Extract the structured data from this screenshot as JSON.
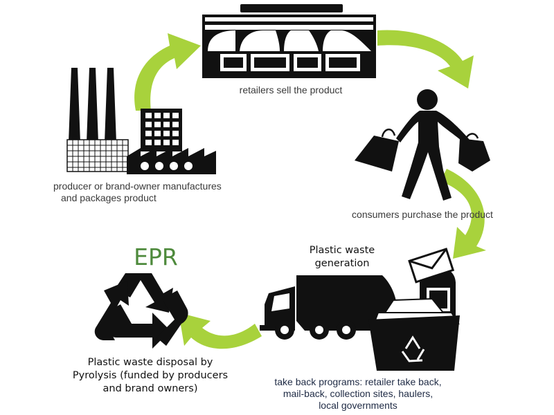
{
  "labels": {
    "retailers": "retailers sell the product",
    "consumers": "consumers purchase the product",
    "producer_line1": "producer or brand-owner manufactures",
    "producer_line2": "and packages product",
    "plastic_line1": "Plastic waste",
    "plastic_line2": "generation",
    "epr": "EPR",
    "disposal_line1": "Plastic waste disposal by",
    "disposal_line2": "Pyrolysis (funded by producers",
    "disposal_line3": "and  brand owners)",
    "takeback_line1": "take back programs: retailer take back,",
    "takeback_line2": "mail-back, collection sites, haulers,",
    "takeback_line3": "local governments"
  },
  "colors": {
    "arrow": "#a8d23c",
    "icon": "#111111",
    "epr": "#4e8a3c"
  },
  "icons": [
    "factory-icon",
    "store-icon",
    "shopper-icon",
    "garbage-truck-icon",
    "mailbox-icon",
    "recycling-bin-icon",
    "recycle-icon"
  ]
}
